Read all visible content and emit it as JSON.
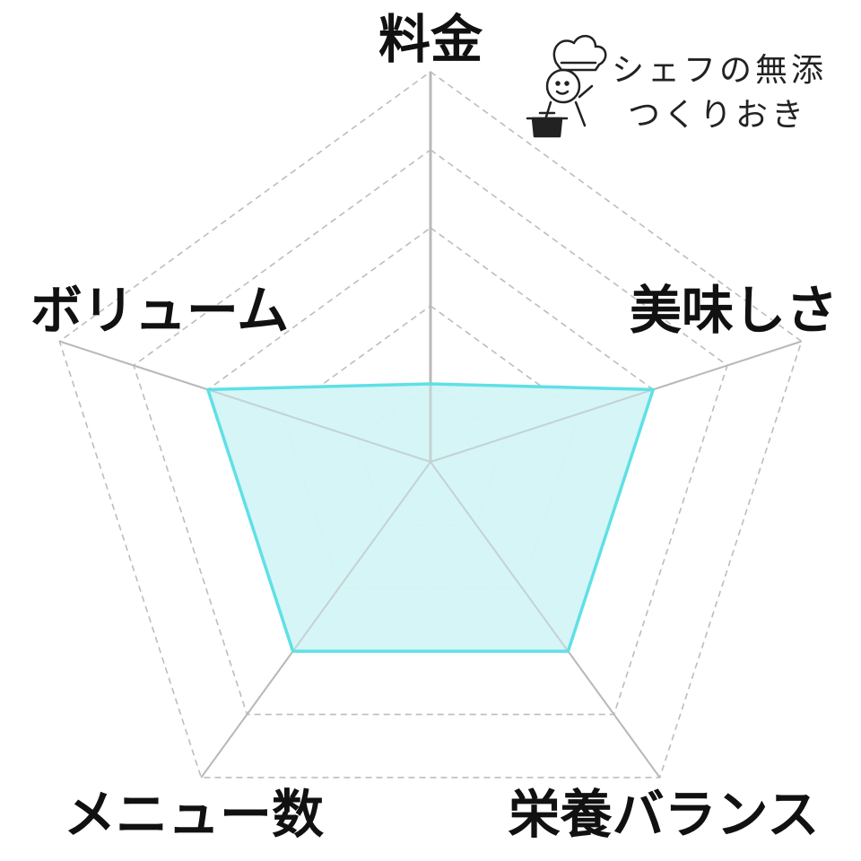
{
  "chart_data": {
    "type": "radar",
    "axes": [
      "料金",
      "美味しさ",
      "栄養バランス",
      "メニュー数",
      "ボリューム"
    ],
    "levels": 5,
    "range": [
      0,
      5
    ],
    "values": [
      1,
      3,
      3,
      3,
      3
    ],
    "grid": true,
    "grid_style": "dashed",
    "colors": {
      "fill": "#d4f4f6",
      "stroke": "#5fe0e6",
      "spoke": "#b9b9b9",
      "grid": "#bdbdbd",
      "label": "#111111"
    }
  },
  "logo": {
    "line1": "シェフの無添",
    "line2": "つくりおき",
    "icon": "chef-with-pot-icon"
  }
}
